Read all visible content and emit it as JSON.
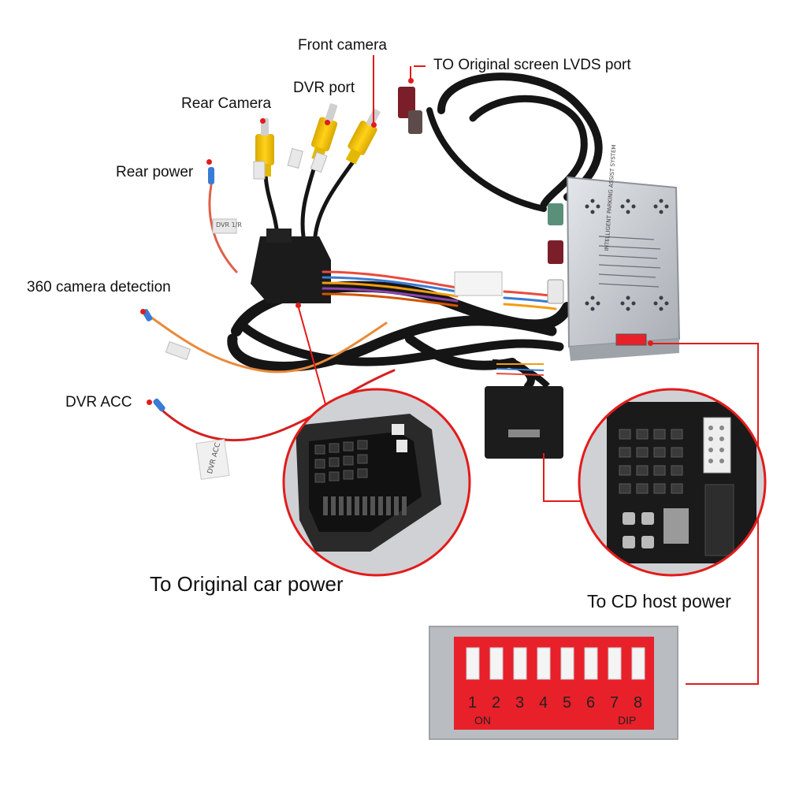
{
  "labels": {
    "front_camera": "Front camera",
    "lvds_port": "TO Original screen LVDS port",
    "dvr_port": "DVR port",
    "rear_camera": "Rear Camera",
    "rear_power": "Rear power",
    "camera_360": "360 camera detection",
    "dvr_acc": "DVR ACC",
    "original_power": "To Original car power",
    "cd_host_power": "To CD host power"
  },
  "module": {
    "title": "INTELLIGENT PARKING ASSIST SYSTEM"
  },
  "tags": {
    "dvr_acc_tag": "DVR ACC",
    "rear_power_tag": "DVR 1/R"
  },
  "dip_switch": {
    "numbers": [
      "1",
      "2",
      "3",
      "4",
      "5",
      "6",
      "7",
      "8"
    ],
    "on_label": "ON",
    "dip_label": "DIP"
  },
  "colors": {
    "leader_line": "#e31b1b",
    "dip_red": "#e8202a",
    "cable_black": "#151515",
    "rca_yellow": "#f2c200",
    "module_silver": "#c9cdd2"
  }
}
